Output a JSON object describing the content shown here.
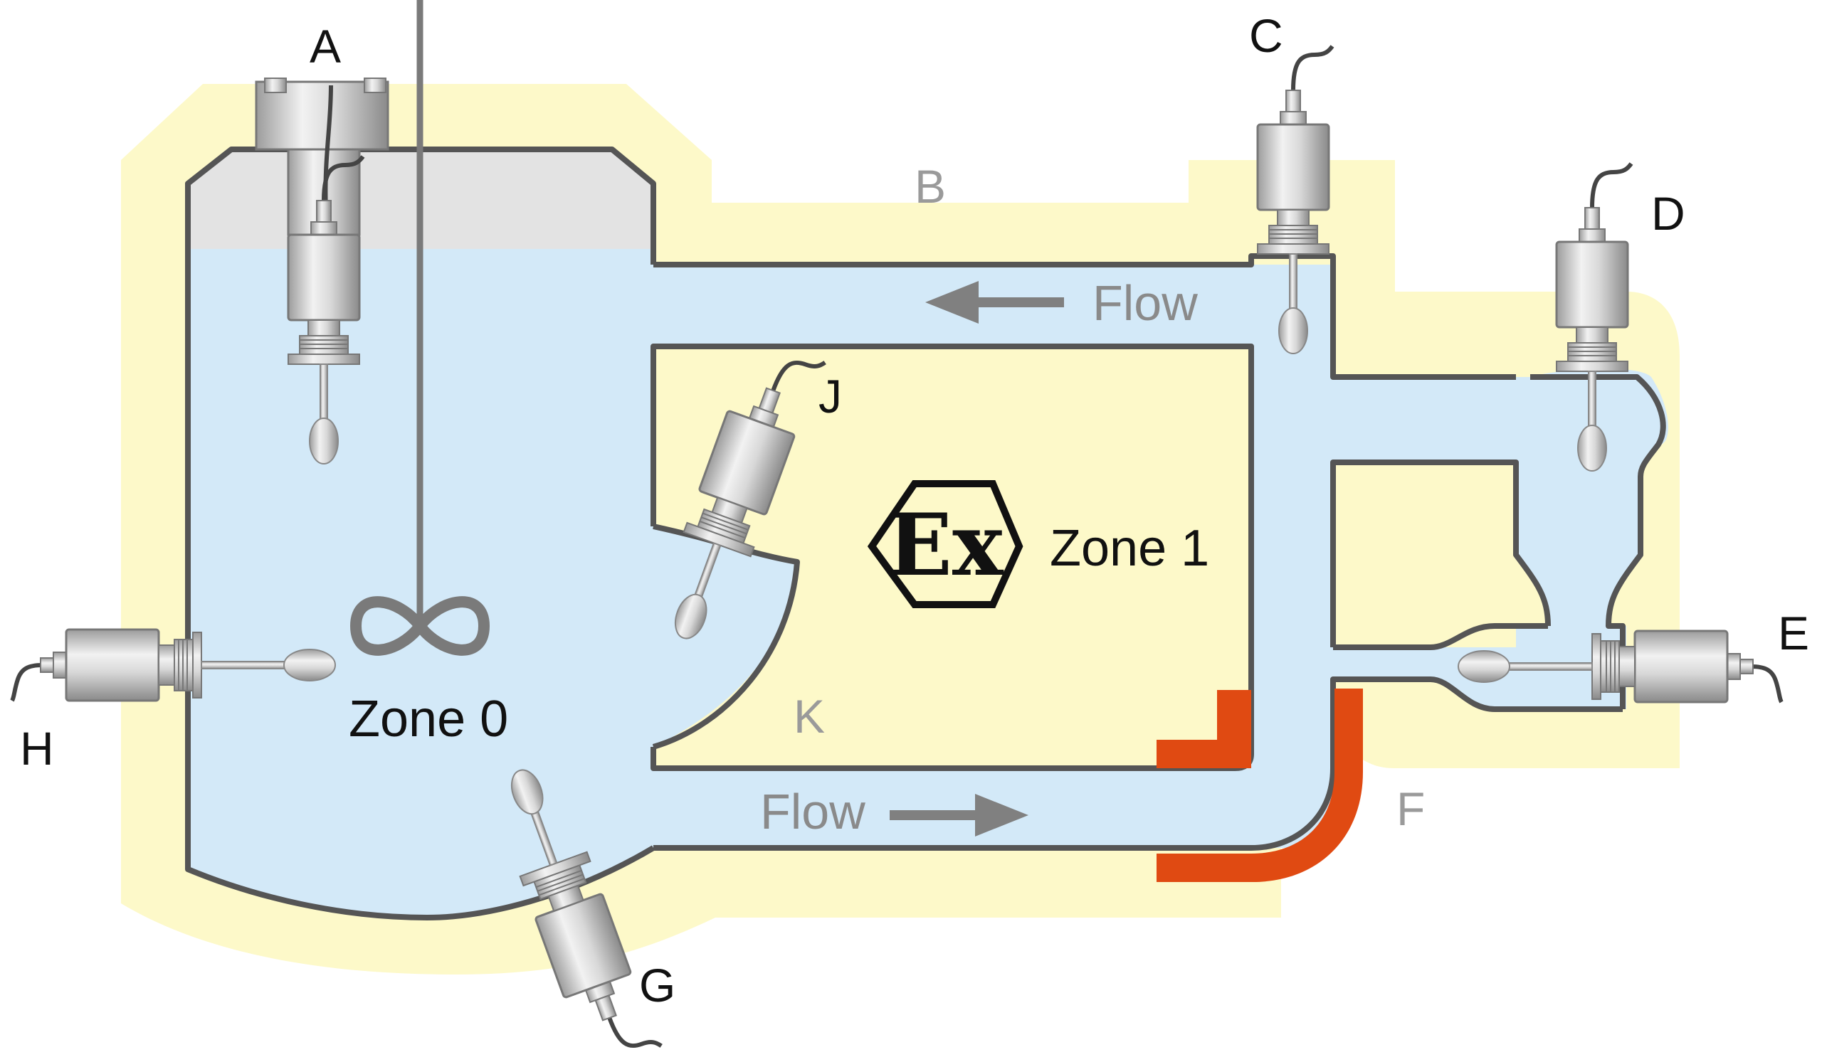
{
  "labels": {
    "A": "A",
    "B": "B",
    "C": "C",
    "D": "D",
    "E": "E",
    "F": "F",
    "G": "G",
    "H": "H",
    "J": "J",
    "K": "K"
  },
  "zones": {
    "zone0": "Zone 0",
    "zone1": "Zone 1"
  },
  "flow": {
    "top": "Flow",
    "bottom": "Flow"
  },
  "ex_symbol": {
    "text": "Ex"
  },
  "colors": {
    "zone_yellow": "#fdf9c9",
    "liquid_blue": "#d3e9f8",
    "vapor_grey": "#e3e3e3",
    "wall": "#555555",
    "hot_surface": "#e04a12",
    "arrow": "#808080"
  }
}
